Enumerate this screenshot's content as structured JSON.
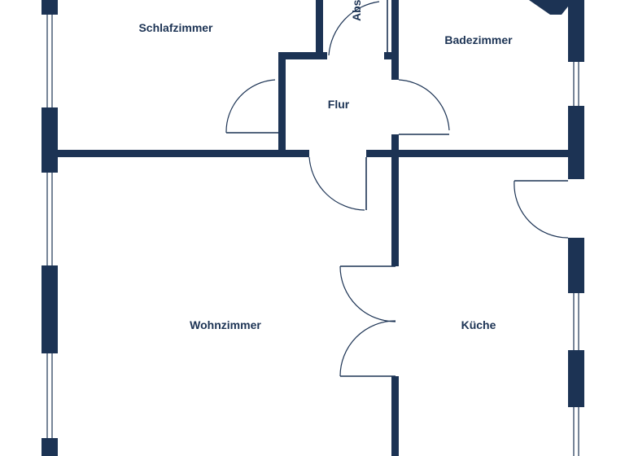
{
  "plan": {
    "wall_color": "#1c3354",
    "background": "#ffffff",
    "rooms": {
      "schlafzimmer": "Schlafzimmer",
      "badezimmer": "Badezimmer",
      "flur": "Flur",
      "wohnzimmer": "Wohnzimmer",
      "kueche": "Küche",
      "abstell": "Abs"
    }
  }
}
